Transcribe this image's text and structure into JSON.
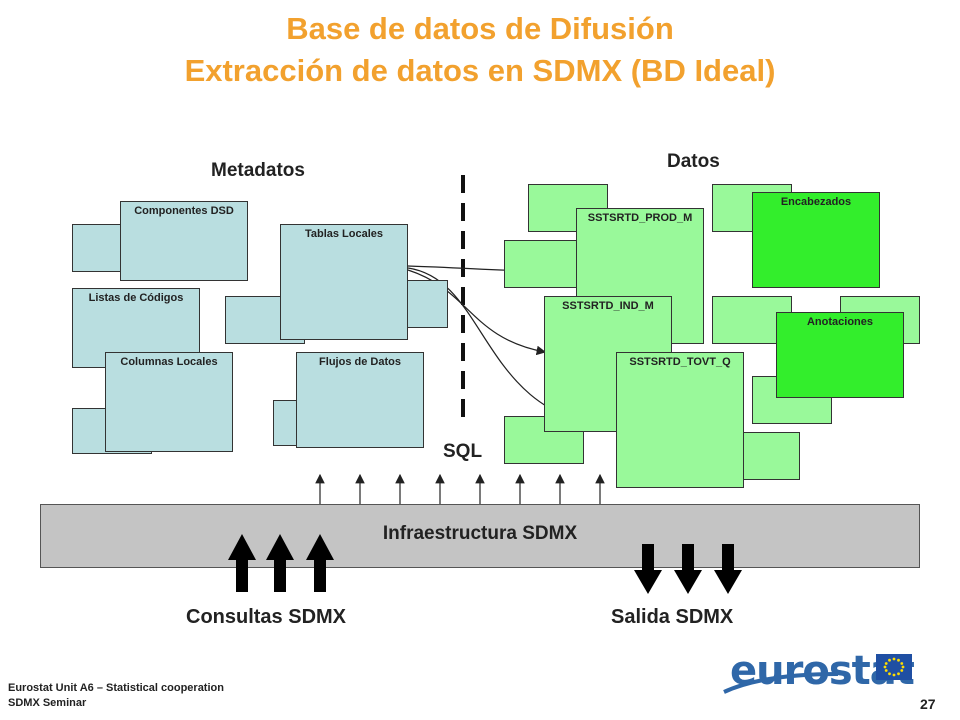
{
  "title": {
    "line1": "Base de datos de Difusión",
    "line2": "Extracción de datos en SDMX (BD Ideal)"
  },
  "sections": {
    "metadatos": "Metadatos",
    "datos": "Datos",
    "sql": "SQL"
  },
  "metadata_boxes": {
    "componentes_dsd": "Componentes DSD",
    "tablas_locales": "Tablas Locales",
    "listas_codigos": "Listas de Códigos",
    "columnas_locales": "Columnas Locales",
    "flujos_datos": "Flujos de Datos"
  },
  "data_boxes": {
    "prod": "SSTSRTD_PROD_M",
    "ind": "SSTSRTD_IND_M",
    "tovt": "SSTSRTD_TOVT_Q",
    "encabezados": "Encabezados",
    "anotaciones": "Anotaciones"
  },
  "infra": "Infraestructura SDMX",
  "consultas": "Consultas SDMX",
  "salida": "Salida SDMX",
  "footer": {
    "line1": "Eurostat Unit A6 – Statistical cooperation",
    "line2": "SDMX Seminar",
    "page": "27"
  },
  "logo": {
    "text": "eurostat"
  },
  "colors": {
    "title": "#f2a12e",
    "metadata": "#b9dee0",
    "data": "#99f99a",
    "header": "#33ee2c",
    "infra": "#c4c4c4",
    "logo": "#2f67a8"
  }
}
